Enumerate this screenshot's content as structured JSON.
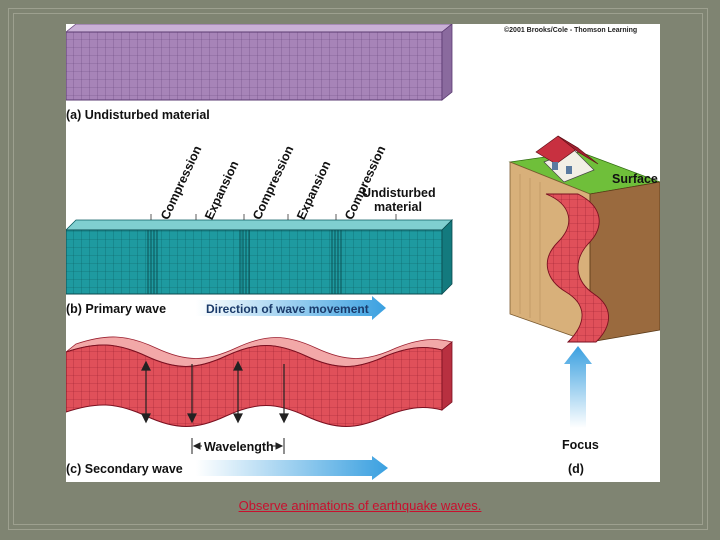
{
  "copyright": "©2001 Brooks/Cole - Thomson Learning",
  "panel_a": {
    "label": "(a) Undisturbed material"
  },
  "panel_b": {
    "label": "(b) Primary wave",
    "direction": "Direction of wave movement",
    "annotations": [
      "Compression",
      "Expansion",
      "Compression",
      "Expansion",
      "Compression"
    ],
    "undisturbed_line1": "Undisturbed",
    "undisturbed_line2": "material"
  },
  "panel_c": {
    "label": "(c) Secondary wave",
    "wavelength": "Wavelength"
  },
  "panel_d": {
    "label": "(d)",
    "surface": "Surface",
    "focus": "Focus"
  },
  "link_text": "Observe animations of earthquake waves.",
  "colors": {
    "undisturbed": "#a07ab5",
    "primary": "#1e9aa0",
    "secondary": "#e0505a",
    "arrow": "#4aa8e0",
    "background": "#7f8472"
  }
}
